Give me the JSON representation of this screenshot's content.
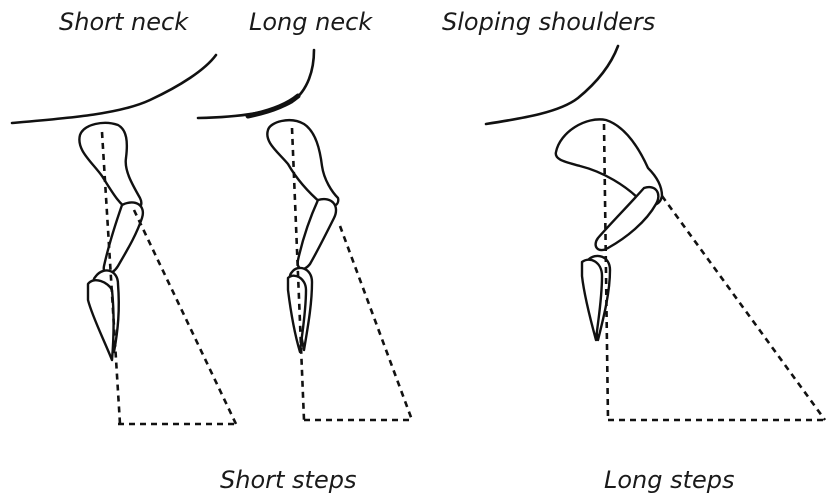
{
  "labels": {
    "short_neck": "Short neck",
    "long_neck": "Long neck",
    "sloping_shoulders": "Sloping shoulders",
    "short_steps": "Short steps",
    "long_steps": "Long steps"
  }
}
